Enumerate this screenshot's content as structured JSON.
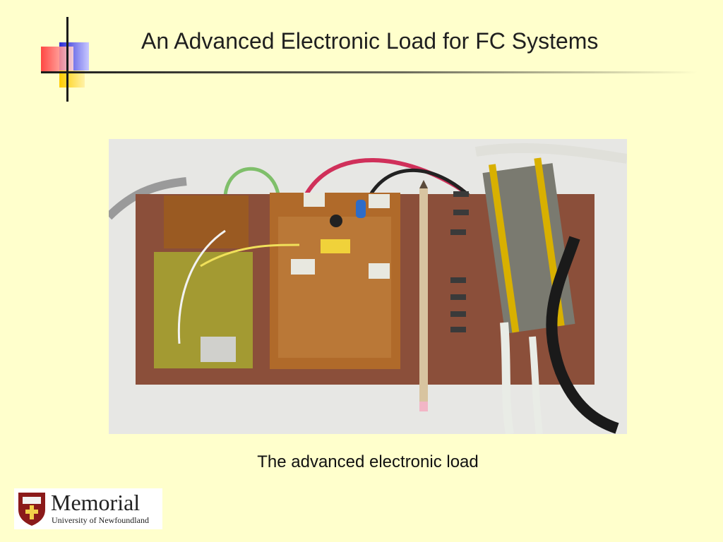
{
  "slide": {
    "title": "An Advanced Electronic Load for FC Systems",
    "caption": "The advanced electronic load",
    "background_color": "#ffffcc",
    "title_rule_color": "#1a1a1a"
  },
  "logo": {
    "name": "Memorial",
    "subtitle": "University of Newfoundland",
    "crest_icon": "university-crest-icon",
    "crest_color": "#8b1a1a"
  },
  "photo": {
    "icon": "electronic-load-photo"
  }
}
